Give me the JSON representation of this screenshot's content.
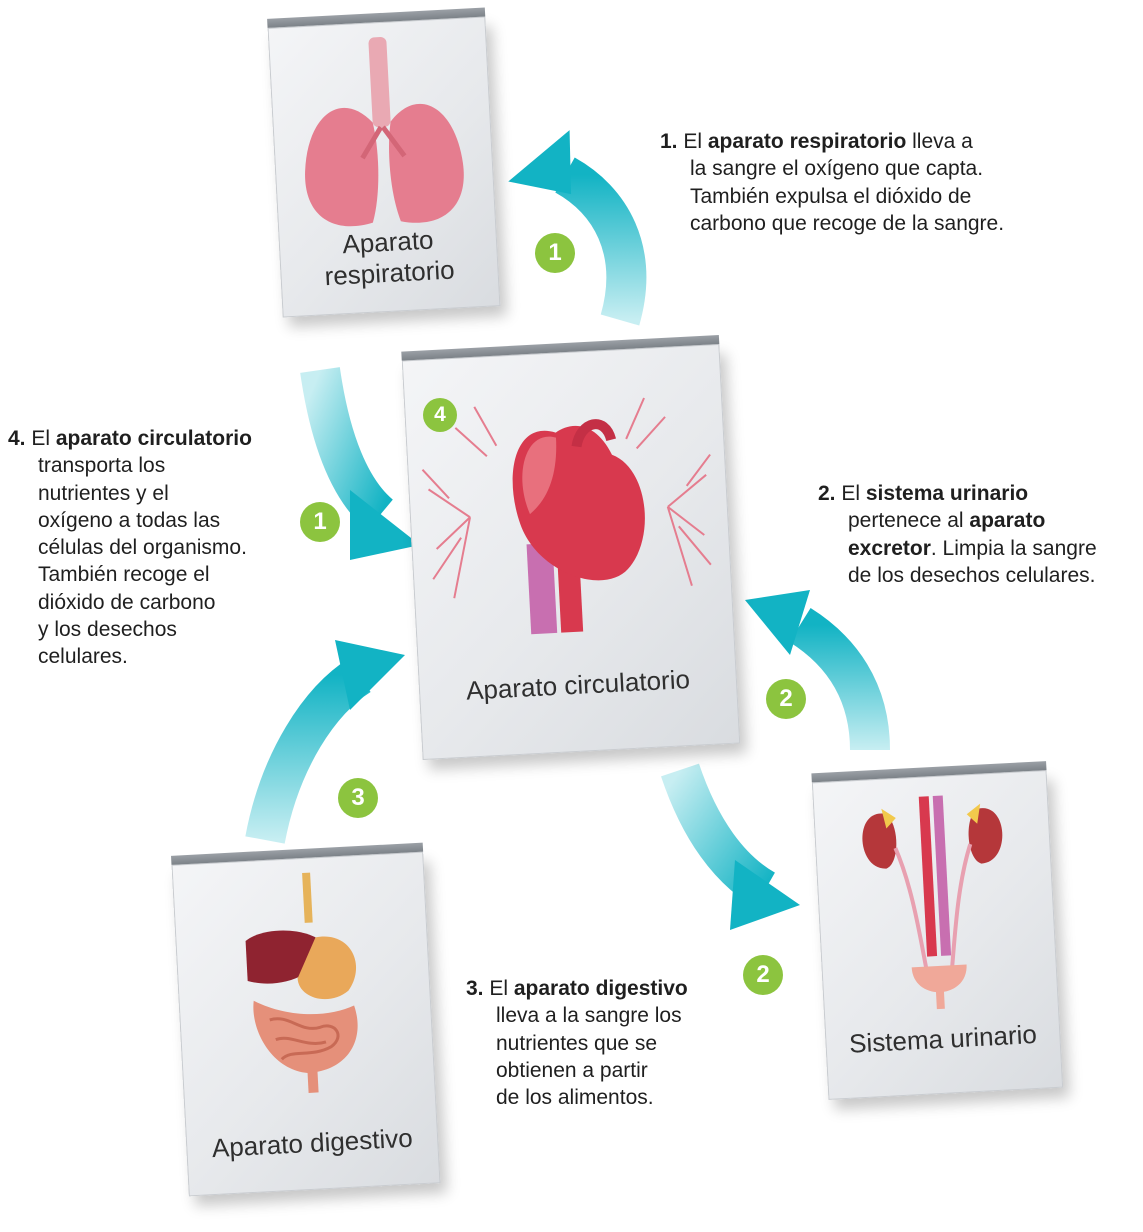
{
  "cards": {
    "respiratorio": {
      "line1": "Aparato",
      "line2": "respiratorio"
    },
    "circulatorio": {
      "label": "Aparato circulatorio"
    },
    "digestivo": {
      "label": "Aparato digestivo"
    },
    "urinario": {
      "label": "Sistema urinario"
    }
  },
  "badges": {
    "b1a": "1",
    "b1b": "1",
    "b2a": "2",
    "b2b": "2",
    "b3": "3",
    "b4": "4"
  },
  "descriptions": {
    "d1": {
      "num": "1.",
      "pre": "El ",
      "bold1": "aparato respiratorio",
      "post1": " lleva a",
      "l2": "la sangre el oxígeno que capta.",
      "l3": "También expulsa el dióxido de",
      "l4": "carbono que recoge de la sangre."
    },
    "d2": {
      "num": "2.",
      "pre": "El ",
      "bold1": "sistema urinario",
      "l2a": "pertenece al ",
      "bold2": "aparato",
      "bold3": "excretor",
      "l3b": ". Limpia la sangre",
      "l4": "de los desechos celulares."
    },
    "d3": {
      "num": "3.",
      "pre": "El ",
      "bold1": "aparato digestivo",
      "l2": "lleva a la sangre los",
      "l3": "nutrientes que se",
      "l4": "obtienen a partir",
      "l5": "de los alimentos."
    },
    "d4": {
      "num": "4.",
      "pre": "El ",
      "bold1": "aparato circulatorio",
      "l2": "transporta los",
      "l3": "nutrientes y el",
      "l4": "oxígeno a todas las",
      "l5": "células del organismo.",
      "l6": "También recoge el",
      "l7": "dióxido de carbono",
      "l8": "y los desechos",
      "l9": "celulares."
    }
  },
  "colors": {
    "arrow": "#12b3c4",
    "badge": "#8cc43f",
    "lung": "#e57d8f",
    "heart": "#d8394e",
    "kidney": "#b5373a"
  }
}
